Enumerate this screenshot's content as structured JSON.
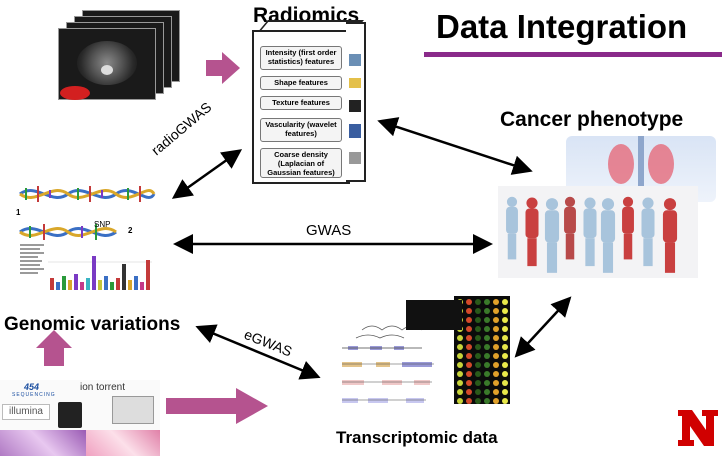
{
  "title": "Data Integration",
  "labels": {
    "radiomics": "Radiomics",
    "cancer_phenotype": "Cancer phenotype",
    "genomic_variations": "Genomic variations",
    "transcriptomic_data": "Transcriptomic data",
    "gwas": "GWAS",
    "radiogwas": "radioGWAS",
    "egwas": "eGWAS",
    "snp": "SNP",
    "num1": "1",
    "num2": "2"
  },
  "radiomics_features": [
    "Intensity (first order statistics) features",
    "Shape features",
    "Texture features",
    "Vascularity (wavelet features)",
    "Coarse density (Laplacian of Gaussian features)"
  ],
  "sequencing_logos": {
    "s454": "454",
    "s454_sub": "SEQUENCING",
    "ion": "ion torrent",
    "illumina": "illumina"
  },
  "colors": {
    "accent_purple": "#8a2a8a",
    "flow_arrow": "#b5538f",
    "unl_red": "#d00000"
  }
}
